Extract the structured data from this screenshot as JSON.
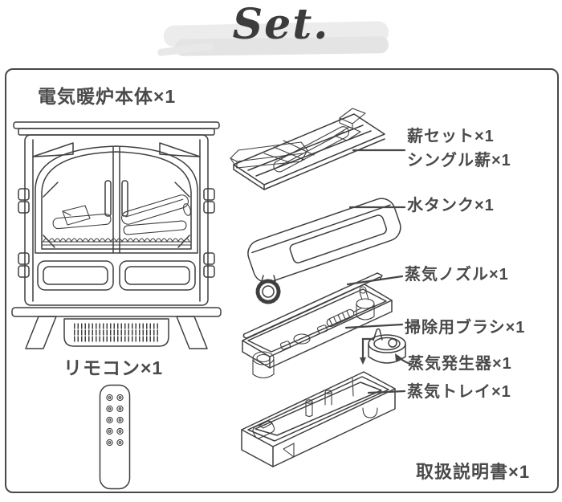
{
  "title": "Set.",
  "parts": {
    "fireplace_body": "電気暖炉本体×1",
    "remote": "リモコン×1",
    "firewood_set": "薪セット×1",
    "single_log": "シングル薪×1",
    "water_tank": "水タンク×1",
    "steam_nozzle": "蒸気ノズル×1",
    "cleaning_brush": "掃除用ブラシ×1",
    "steam_generator": "蒸気発生器×1",
    "steam_tray": "蒸気トレイ×1",
    "manual": "取扱説明書×1"
  },
  "colors": {
    "background": "#ffffff",
    "label_text": "#4a4a4a",
    "line_art": "#3f3f3f",
    "frame_border": "#484848",
    "brush_stroke": "#ececec",
    "brush_stroke_dark": "#e4e4e4"
  },
  "illustrations": {
    "fireplace": "electric-fireplace-line-drawing",
    "remote": "remote-control-line-drawing",
    "firewood": "firewood-set-line-drawing",
    "tank": "water-tank-line-drawing",
    "nozzle_assembly": "steam-nozzle-and-base-tray-line-drawing",
    "generator": "steam-generator-line-drawing",
    "tray": "steam-tray-line-drawing"
  }
}
